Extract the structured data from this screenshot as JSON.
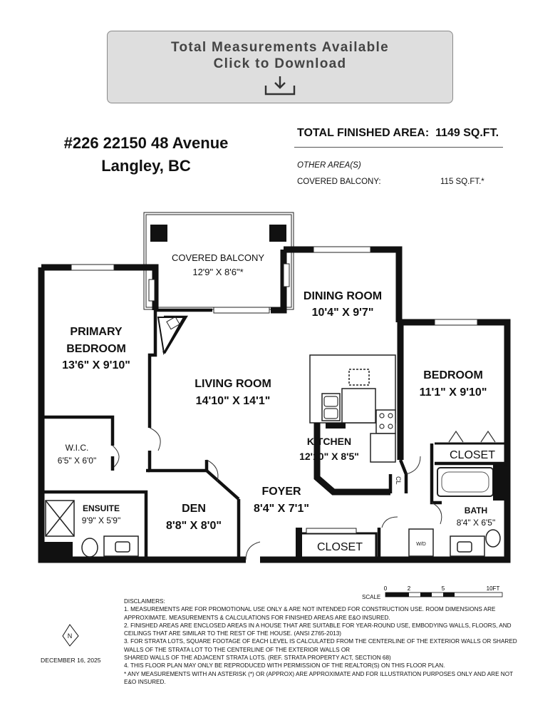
{
  "download_button": {
    "line1": "Total Measurements Available",
    "line2": "Click to Download",
    "icon": "download-icon"
  },
  "address": {
    "line1": "#226 22150 48 Avenue",
    "line2": "Langley, BC"
  },
  "area": {
    "total_label": "TOTAL FINISHED AREA:",
    "total_value": "1149 SQ.FT.",
    "other_label": "OTHER AREA(S)",
    "balcony_label": "COVERED BALCONY:",
    "balcony_value": "115 SQ.FT.*"
  },
  "rooms": {
    "balcony": {
      "name": "COVERED BALCONY",
      "dims": "12'9\" X 8'6\"*"
    },
    "dining": {
      "name": "DINING ROOM",
      "dims": "10'4\" X 9'7\""
    },
    "primary": {
      "name1": "PRIMARY",
      "name2": "BEDROOM",
      "dims": "13'6\" X 9'10\""
    },
    "living": {
      "name": "LIVING ROOM",
      "dims": "14'10\" X 14'1\""
    },
    "bedroom": {
      "name": "BEDROOM",
      "dims": "11'1\" X 9'10\""
    },
    "kitchen": {
      "name": "KITCHEN",
      "dims": "12'10\" X 8'5\""
    },
    "wic": {
      "name": "W.I.C.",
      "dims": "6'5\" X 6'0\""
    },
    "closet_bed": {
      "name": "CLOSET"
    },
    "cl": {
      "name": "CL"
    },
    "foyer": {
      "name": "FOYER",
      "dims": "8'4\" X 7'1\""
    },
    "den": {
      "name": "DEN",
      "dims": "8'8\" X 8'0\""
    },
    "ensuite": {
      "name": "ENSUITE",
      "dims": "9'9\" X 5'9\""
    },
    "bath": {
      "name": "BATH",
      "dims": "8'4\" X 6'5\""
    },
    "closet_foyer": {
      "name": "CLOSET"
    },
    "wd": {
      "name": "W/D"
    }
  },
  "scale": {
    "label": "SCALE",
    "ticks": [
      "0",
      "2",
      "5",
      "10FT"
    ]
  },
  "compass": {
    "label": "N",
    "icon": "north-arrow-icon"
  },
  "date": "DECEMBER 16, 2025",
  "disclaimers": {
    "title": "DISCLAIMERS:",
    "lines": [
      "1. MEASUREMENTS ARE FOR PROMOTIONAL USE ONLY & ARE NOT INTENDED FOR CONSTRUCTION USE. ROOM DIMENSIONS ARE",
      "APPROXIMATE. MEASUREMENTS & CALCULATIONS FOR FINISHED AREAS ARE E&O INSURED.",
      "2. FINISHED AREAS ARE ENCLOSED AREAS IN A HOUSE THAT ARE SUITABLE FOR YEAR-ROUND USE, EMBODYING WALLS, FLOORS, AND",
      "CEILINGS THAT ARE SIMILAR TO THE REST OF THE HOUSE. (ANSI Z765-2013)",
      "3. FOR STRATA LOTS, SQUARE FOOTAGE OF EACH LEVEL IS CALCULATED FROM THE CENTERLINE OF THE EXTERIOR WALLS OR SHARED",
      "WALLS OF THE STRATA LOT TO THE CENTERLINE OF THE EXTERIOR WALLS OR",
      "SHARED WALLS OF THE ADJACENT STRATA LOTS. (REF. STRATA PROPERTY ACT, SECTION 68)",
      "4. THIS FLOOR PLAN MAY ONLY BE REPRODUCED WITH PERMISSION OF THE REALTOR(S) ON THIS FLOOR PLAN.",
      "* ANY MEASUREMENTS WITH AN ASTERISK (*) OR (APPROX) ARE APPROXIMATE AND FOR ILLUSTRATION PURPOSES ONLY AND ARE NOT",
      "E&O INSURED."
    ]
  }
}
